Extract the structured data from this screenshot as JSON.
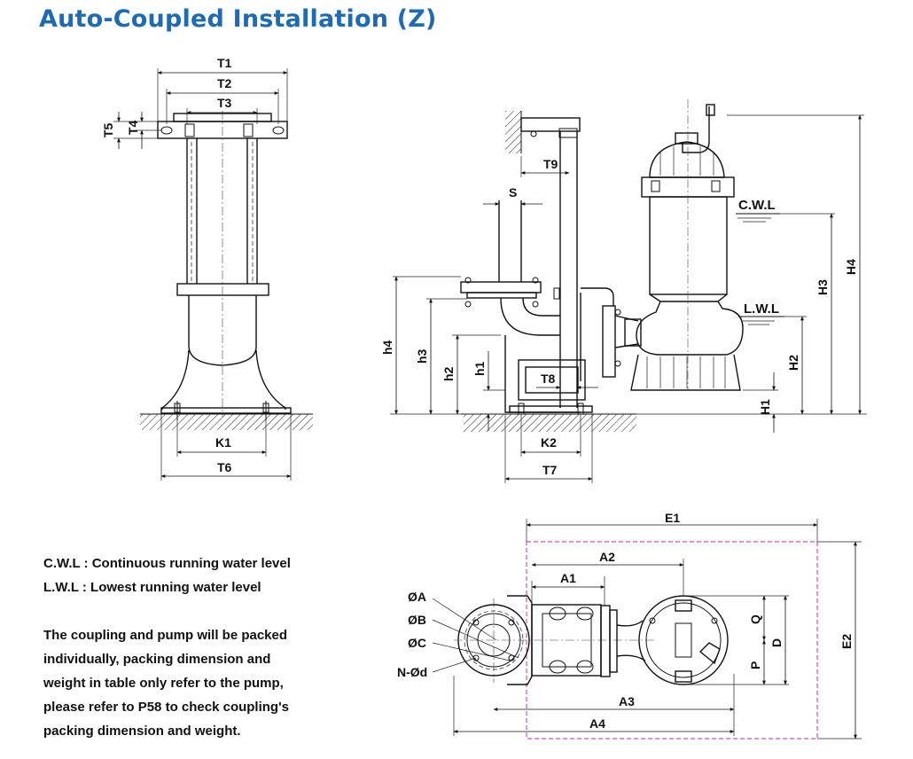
{
  "title": "Auto-Coupled Installation (Z)",
  "labels": {
    "T1": "T1",
    "T2": "T2",
    "T3": "T3",
    "T4": "T4",
    "T5": "T5",
    "T6": "T6",
    "T7": "T7",
    "T8": "T8",
    "T9": "T9",
    "K1": "K1",
    "K2": "K2",
    "S": "S",
    "h1": "h1",
    "h2": "h2",
    "h3": "h3",
    "h4": "h4",
    "H1": "H1",
    "H2": "H2",
    "H3": "H3",
    "H4": "H4",
    "CWL": "C.W.L",
    "LWL": "L.W.L",
    "E1": "E1",
    "E2": "E2",
    "A1": "A1",
    "A2": "A2",
    "A3": "A3",
    "A4": "A4",
    "Q": "Q",
    "P": "P",
    "D": "D",
    "phiA": "ØA",
    "phiB": "ØB",
    "phiC": "ØC",
    "Nphid": "N-Ød"
  },
  "legend": {
    "cwl": "C.W.L : Continuous running water level",
    "lwl": "L.W.L :  Lowest running water level"
  },
  "note": {
    "line1": "The coupling and pump will be packed",
    "line2": "individually,  packing  dimension and",
    "line3": "weight  in table only refer to the pump,",
    "line4": "please refer to P58 to check coupling's",
    "line5": "packing dimension and weight."
  }
}
